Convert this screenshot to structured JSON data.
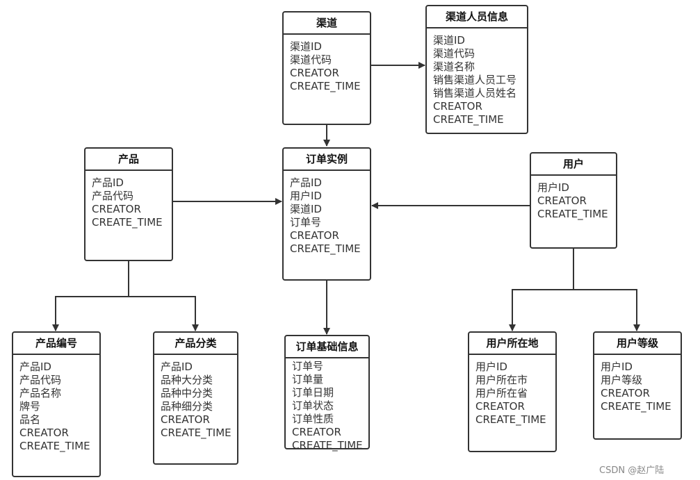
{
  "entities": {
    "channel": {
      "title": "渠道",
      "fields": [
        "渠道ID",
        "渠道代码",
        "CREATOR",
        "CREATE_TIME"
      ]
    },
    "channel_staff": {
      "title": "渠道人员信息",
      "fields": [
        "渠道ID",
        "渠道代码",
        "渠道名称",
        "销售渠道人员工号",
        "销售渠道人员姓名",
        "CREATOR",
        "CREATE_TIME"
      ]
    },
    "product": {
      "title": "产品",
      "fields": [
        "产品ID",
        "产品代码",
        "CREATOR",
        "CREATE_TIME"
      ]
    },
    "order_instance": {
      "title": "订单实例",
      "fields": [
        "产品ID",
        "用户ID",
        "渠道ID",
        "订单号",
        "CREATOR",
        "CREATE_TIME"
      ]
    },
    "user": {
      "title": "用户",
      "fields": [
        "用户ID",
        "CREATOR",
        "CREATE_TIME"
      ]
    },
    "product_code": {
      "title": "产品编号",
      "fields": [
        "产品ID",
        "产品代码",
        "产品名称",
        "牌号",
        "品名",
        "CREATOR",
        "CREATE_TIME"
      ]
    },
    "product_category": {
      "title": "产品分类",
      "fields": [
        "产品ID",
        "品种大分类",
        "品种中分类",
        "品种细分类",
        "CREATOR",
        "CREATE_TIME"
      ]
    },
    "order_base": {
      "title": "订单基础信息",
      "fields": [
        "订单号",
        "订单量",
        "订单日期",
        "订单状态",
        "订单性质",
        "CREATOR",
        "CREATE_TIME"
      ]
    },
    "user_location": {
      "title": "用户所在地",
      "fields": [
        "用户ID",
        "用户所在市",
        "用户所在省",
        "CREATOR",
        "CREATE_TIME"
      ]
    },
    "user_level": {
      "title": "用户等级",
      "fields": [
        "用户ID",
        "用户等级",
        "CREATOR",
        "CREATE_TIME"
      ]
    }
  },
  "watermark": "CSDN @赵广陆",
  "colors": {
    "line": "#333333",
    "text": "#333333",
    "background": "#ffffff"
  }
}
